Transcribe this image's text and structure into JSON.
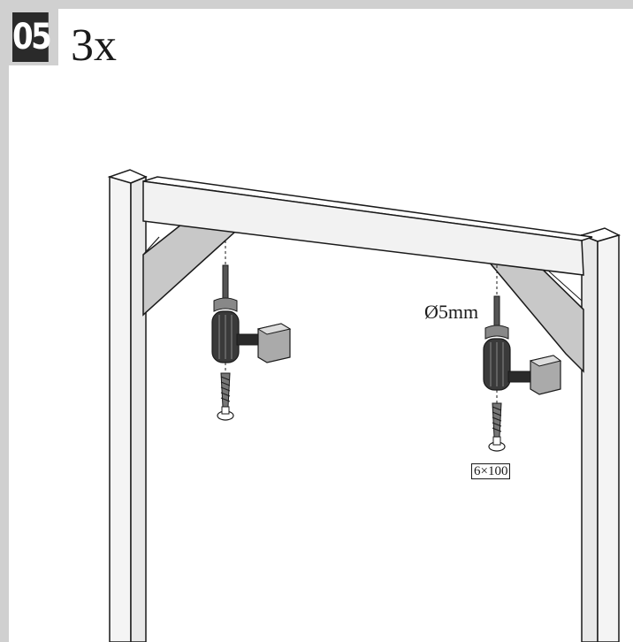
{
  "step": {
    "number": "05",
    "quantity": "3x"
  },
  "labels": {
    "drill_diameter": "Ø5mm",
    "screw_size": "6×100"
  },
  "colors": {
    "frame_border": "#d0d0d0",
    "brace": "#c8c8c8",
    "wood": "#f2f2f2",
    "ink": "#1a1a1a",
    "badge": "#2a2a2a"
  }
}
